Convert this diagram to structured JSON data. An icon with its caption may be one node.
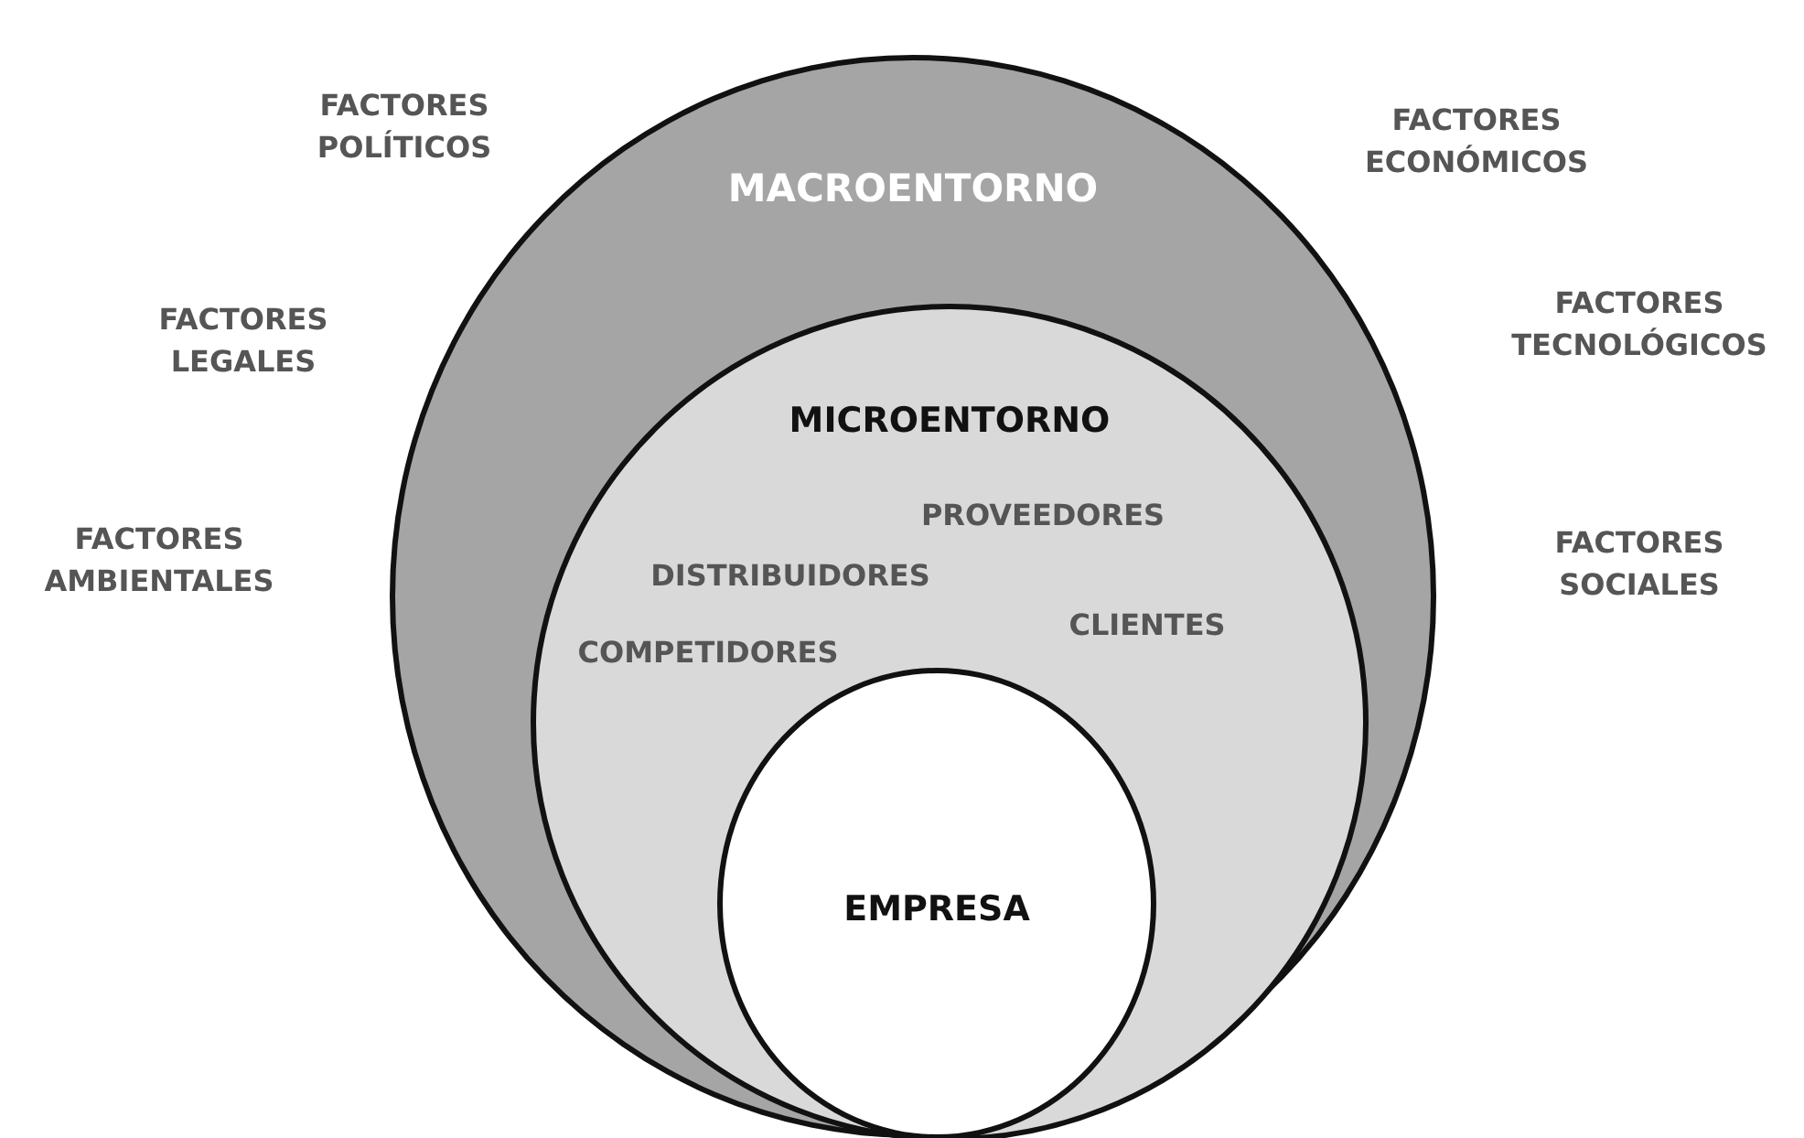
{
  "diagram": {
    "nodes": [
      {
        "text": [
          "MACROENTORNO"
        ]
      },
      {
        "text": [
          "MICROENTORNO"
        ],
        "in": 0
      },
      {
        "text": [
          "EMPRESA"
        ],
        "in": 1
      }
    ],
    "labels": [
      "FACTORES POLÍTICOS",
      "FACTORES ECONÓMICOS",
      "FACTORES LEGALES",
      "FACTORES TECNOLÓGICOS",
      "PROVEEDORES",
      "FACTORES AMBIENTALES",
      "DISTRIBUIDORES",
      "FACTORES SOCIALES",
      "CLIENTES",
      "COMPETIDORES"
    ]
  }
}
